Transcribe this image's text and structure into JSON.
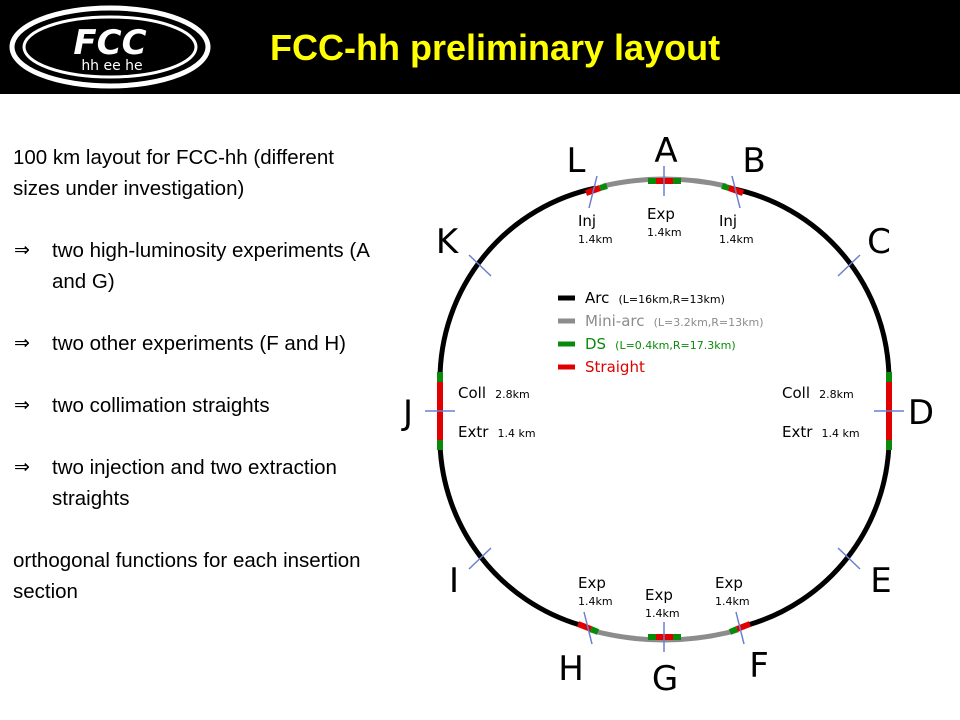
{
  "header": {
    "logo_main": "FCC",
    "logo_sub": "hh ee he",
    "title": "FCC-hh preliminary layout"
  },
  "left_text": {
    "intro": "100 km layout for FCC-hh (different sizes under investigation)",
    "bullets": [
      "two high-luminosity experiments (A and G)",
      "two other experiments (F and H)",
      "two collimation straights",
      "two injection and two extraction straights"
    ],
    "closing": "orthogonal functions for each insertion section"
  },
  "diagram": {
    "points": [
      "A",
      "B",
      "C",
      "D",
      "E",
      "F",
      "G",
      "H",
      "I",
      "J",
      "K",
      "L"
    ],
    "insertions": {
      "A": {
        "name": "Exp",
        "length": "1.4km"
      },
      "B": {
        "name": "Inj",
        "length": "1.4km"
      },
      "L": {
        "name": "Inj",
        "length": "1.4km"
      },
      "F": {
        "name": "Exp",
        "length": "1.4km"
      },
      "G": {
        "name": "Exp",
        "length": "1.4km"
      },
      "H": {
        "name": "Exp",
        "length": "1.4km"
      },
      "D": {
        "coll_name": "Coll",
        "coll_length": "2.8km",
        "extr_name": "Extr",
        "extr_length": "1.4 km"
      },
      "J": {
        "coll_name": "Coll",
        "coll_length": "2.8km",
        "extr_name": "Extr",
        "extr_length": "1.4 km"
      }
    },
    "legend": [
      {
        "name": "Arc",
        "params": "(L=16km,R=13km)",
        "color": "#000000"
      },
      {
        "name": "Mini-arc",
        "params": "(L=3.2km,R=13km)",
        "color": "#808080"
      },
      {
        "name": "DS",
        "params": "(L=0.4km,R=17.3km)",
        "color": "#008000"
      },
      {
        "name": "Straight",
        "params": "",
        "color": "#ee0000"
      }
    ]
  },
  "colors": {
    "title": "#ffff00",
    "header_bg": "#000000",
    "arc": "#000000",
    "mini_arc": "#808080",
    "ds": "#008000",
    "straight": "#ee0000",
    "marker": "#6a7fd0"
  }
}
